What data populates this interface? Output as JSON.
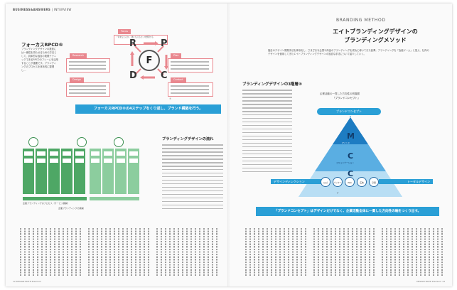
{
  "left_page": {
    "header_magazine": "BUSINESS&ANSWERS",
    "header_section": "INTERVIEW",
    "section1_title": "フォーカスRPCD®",
    "section1_body": "ブランディングデザインの推進には一番性を持たせるための方法として、具体的な独自の実践テクニックであるRPCDのフレームを活用することが重要です。ブランディングのプロセスを体系的に整理し…",
    "diagram": {
      "top_label": "Focus",
      "left_top_label": "Research",
      "right_top_label": "Plan",
      "left_bottom_label": "Design",
      "right_bottom_label": "Contact",
      "letters": {
        "r": "R",
        "p": "P",
        "d": "D",
        "c": "C",
        "center": "F"
      },
      "top_note": "「何を伝えるか」「誰に伝えるか」を整理する",
      "bottom_note": "",
      "mark": "®"
    },
    "banner": "フォーカスRPCD®の4ステップをくり返し、ブランド構築を行う。",
    "section2_title": "ブランディングデザインの流れ",
    "green": {
      "foot_left": "企業ブランディングのプロセス（サービス展開）",
      "foot_right": "企業ブランディングの展開"
    },
    "footer": "12  DESIGN NOTE  Premium"
  },
  "right_page": {
    "kicker": "BRANDING METHOD",
    "title_line1": "エイトブランディングデザインの",
    "title_line2": "ブランディングメソッド",
    "lead": "独自のデザイン開発手法を体系化し、さまざまな企業や商品のブランディングを成功に導いてきた西澤。ブランディングを「会議ゲーム」と捉え、社内のデザインを使用してきたエイトブランディングデザインの独自な手法について紹介していく。",
    "section_title": "ブランディングデザインの3階層®",
    "pyramid": {
      "header_caption": "企業活動の一貫した方向性の別階層",
      "header_caption2": "「ブランドコンセプト」",
      "top_pill": "ブランドコンセプト",
      "letter_m": "M",
      "letter_c": "C",
      "letter_ci": "C",
      "label_m": "マインド",
      "label_c": "コミュニケーション",
      "label_ci": "コーポレートアイデンティティ",
      "band_left": "デザインディレクション",
      "band_right": "トータルデザイン",
      "dots": [
        "ロゴ",
        "パッケージ",
        "Web",
        "広告",
        "空間"
      ]
    },
    "banner": "「ブランドコンセプト」はデザインだけでなく、企業活動全体に一貫した方向性の軸をつくり出す。",
    "footer": "DESIGN NOTE  Premium  13"
  }
}
